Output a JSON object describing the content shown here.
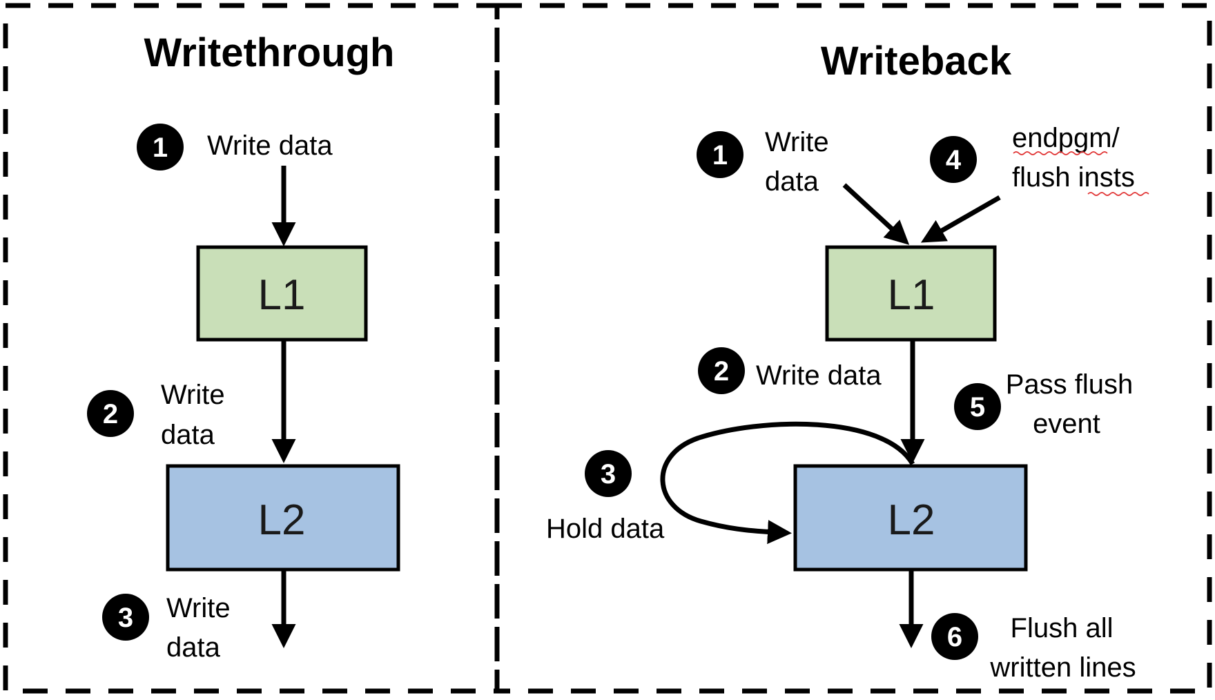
{
  "colors": {
    "l1_fill": "#c9dfb8",
    "l2_fill": "#a6c2e2",
    "badge": "#000000",
    "spellcheck": "#e03030"
  },
  "writethrough": {
    "title": "Writethrough",
    "l1": "L1",
    "l2": "L2",
    "steps": [
      {
        "num": "1",
        "lines": [
          "Write data"
        ]
      },
      {
        "num": "2",
        "lines": [
          "Write",
          "data"
        ]
      },
      {
        "num": "3",
        "lines": [
          "Write",
          "data"
        ]
      }
    ]
  },
  "writeback": {
    "title": "Writeback",
    "l1": "L1",
    "l2": "L2",
    "steps": [
      {
        "num": "1",
        "lines": [
          "Write",
          "data"
        ]
      },
      {
        "num": "2",
        "lines": [
          "Write data"
        ]
      },
      {
        "num": "3",
        "lines": [
          "Hold data"
        ]
      },
      {
        "num": "4",
        "lines": [
          "endpgm/",
          "flush insts"
        ]
      },
      {
        "num": "5",
        "lines": [
          "Pass flush",
          "event"
        ]
      },
      {
        "num": "6",
        "lines": [
          "Flush all",
          "written lines"
        ]
      }
    ]
  }
}
